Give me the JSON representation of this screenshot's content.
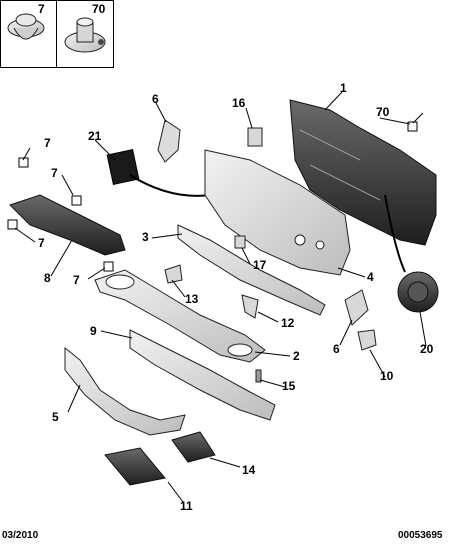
{
  "inset_panels": [
    {
      "label": "7"
    },
    {
      "label": "70"
    }
  ],
  "callouts": [
    "1",
    "70",
    "16",
    "6",
    "21",
    "7",
    "7",
    "7",
    "7",
    "3",
    "17",
    "4",
    "13",
    "8",
    "12",
    "6",
    "9",
    "2",
    "20",
    "15",
    "10",
    "5",
    "14",
    "11"
  ],
  "footer": {
    "date": "03/2010",
    "reference": "00053695"
  },
  "colors": {
    "part_fill": "#e3e3e3",
    "part_stroke": "#222222",
    "dark_fill": "#3a3a3a",
    "line": "#000000"
  }
}
